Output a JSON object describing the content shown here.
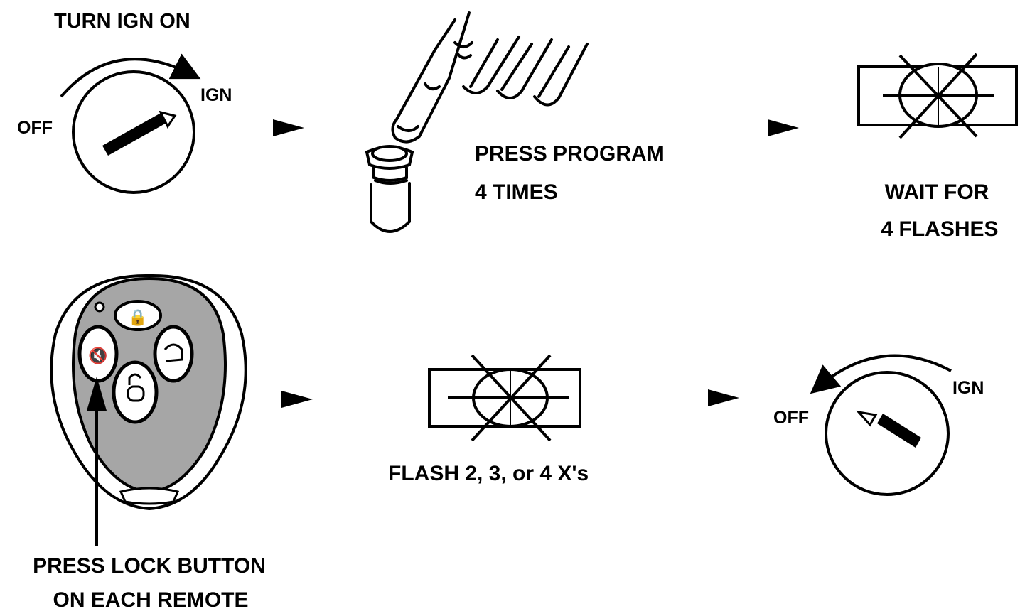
{
  "step1": {
    "title": "TURN IGN ON",
    "off_label": "OFF",
    "ign_label": "IGN"
  },
  "step2": {
    "line1": "PRESS PROGRAM",
    "line2": "4 TIMES"
  },
  "step3": {
    "line1": "WAIT FOR",
    "line2": "4 FLASHES"
  },
  "step4": {
    "line1": "PRESS LOCK BUTTON",
    "line2": "ON EACH REMOTE"
  },
  "step5": {
    "caption": "FLASH 2, 3, or 4 X's"
  },
  "step6": {
    "off_label": "OFF",
    "ign_label": "IGN"
  },
  "icons": {
    "ignition_key": "ignition-key-icon",
    "finger_press": "finger-press-icon",
    "flashing_light": "flashing-light-icon",
    "remote": "key-fob-remote-icon",
    "arrow": "right-arrow-icon"
  },
  "colors": {
    "ink": "#000000",
    "fob_body": "#a6a6a6",
    "paper": "#ffffff"
  }
}
